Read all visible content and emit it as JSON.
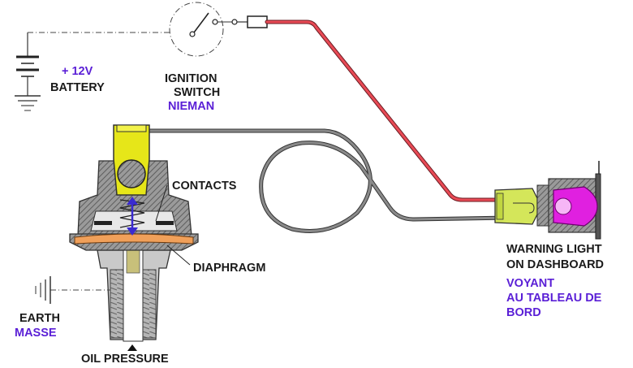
{
  "labels": {
    "battery_voltage": "+ 12V",
    "battery": "BATTERY",
    "ignition_switch_1": "IGNITION",
    "ignition_switch_2": "SWITCH",
    "nieman": "NIEMAN",
    "contacts": "CONTACTS",
    "diaphragm": "DIAPHRAGM",
    "warning_light_1": "WARNING LIGHT",
    "warning_light_2": "ON DASHBOARD",
    "voyant_1": "VOYANT",
    "voyant_2": "AU TABLEAU DE",
    "voyant_3": "BORD",
    "earth": "EARTH",
    "masse": "MASSE",
    "oil_pressure": "OIL PRESSURE"
  },
  "colors": {
    "french_text": "#5a1fd6",
    "battery_voltage": "#5a1fd6",
    "live_wire": "#e84a55",
    "sender_wire": "#777777",
    "terminal": "#e6e619",
    "bulb": "#e020e0",
    "diaphragm": "#f0a05a",
    "spring_arrow": "#3a2bd0",
    "body": "#8a8a8a"
  }
}
